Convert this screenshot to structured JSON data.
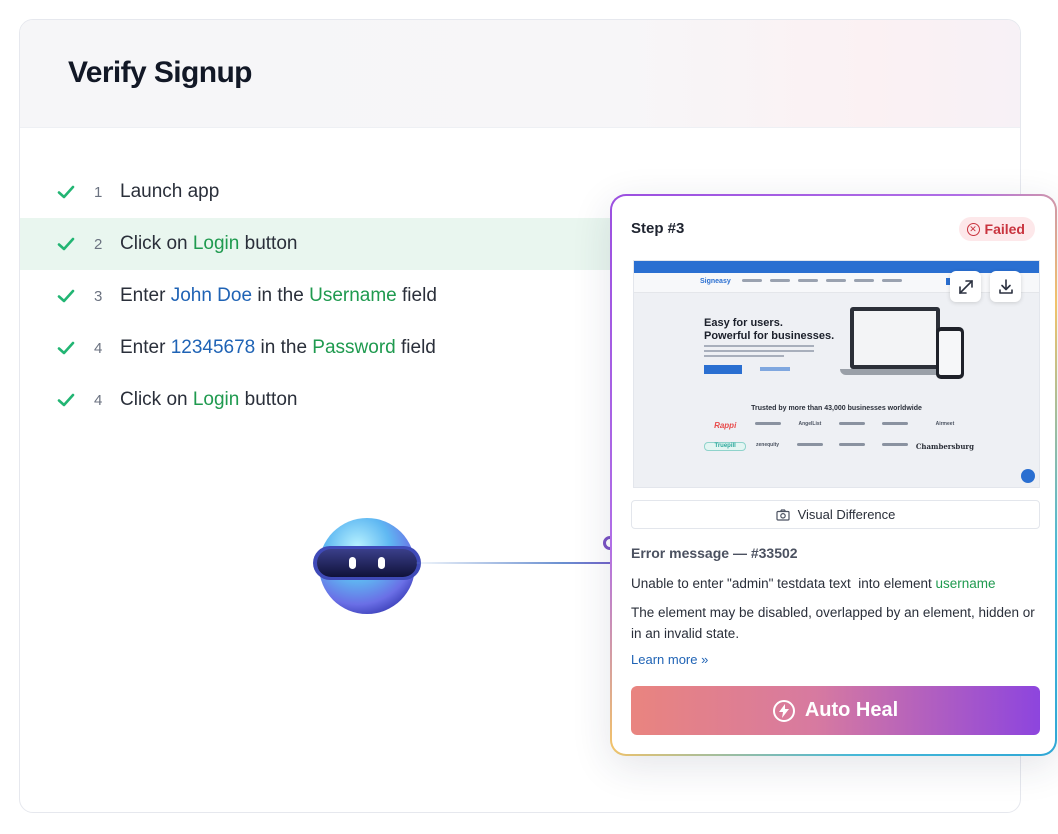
{
  "card": {
    "title": "Verify Signup"
  },
  "steps": [
    {
      "num": "1",
      "parts": [
        {
          "text": "Launch app",
          "kind": "plain"
        }
      ]
    },
    {
      "num": "2",
      "parts": [
        {
          "text": "Click on ",
          "kind": "plain"
        },
        {
          "text": "Login",
          "kind": "green"
        },
        {
          "text": " button",
          "kind": "plain"
        }
      ]
    },
    {
      "num": "3",
      "parts": [
        {
          "text": "Enter ",
          "kind": "plain"
        },
        {
          "text": "John Doe",
          "kind": "blue"
        },
        {
          "text": " in the ",
          "kind": "plain"
        },
        {
          "text": "Username",
          "kind": "green"
        },
        {
          "text": " field",
          "kind": "plain"
        }
      ]
    },
    {
      "num": "4",
      "parts": [
        {
          "text": "Enter ",
          "kind": "plain"
        },
        {
          "text": "12345678",
          "kind": "blue"
        },
        {
          "text": " in the ",
          "kind": "plain"
        },
        {
          "text": "Password",
          "kind": "green"
        },
        {
          "text": " field",
          "kind": "plain"
        }
      ]
    },
    {
      "num": "4",
      "parts": [
        {
          "text": "Click on ",
          "kind": "plain"
        },
        {
          "text": "Login",
          "kind": "green"
        },
        {
          "text": " button",
          "kind": "plain"
        }
      ]
    }
  ],
  "active_step_index": 1,
  "popup": {
    "step_label": "Step #3",
    "status": "Failed",
    "screenshot": {
      "logo": "Signeasy",
      "headline_1": "Easy for users.",
      "headline_2": "Powerful for businesses.",
      "trusted": "Trusted by more than 43,000 businesses worldwide",
      "logos": [
        "Rappi",
        "",
        "AngelList",
        "",
        "",
        "Airmeet",
        "Truepill",
        "zenequity",
        "",
        "",
        "",
        "Chambersburg"
      ]
    },
    "visual_difference": "Visual Difference",
    "error_title": "Error message — #33502",
    "error_line1_prefix": "Unable to enter \"admin\" testdata text  into element ",
    "error_line1_element": "username",
    "error_line2": "The element may be disabled, overlapped by an element, hidden or in an invalid state.",
    "learn_more": "Learn more »",
    "auto_heal": "Auto Heal"
  },
  "icons": {
    "check": "check-icon",
    "failed": "x-circle-icon",
    "expand": "expand-icon",
    "download": "download-icon",
    "camera": "camera-icon",
    "bolt": "bolt-icon",
    "robot": "robot-icon"
  },
  "colors": {
    "check_green": "#22b573",
    "highlight_green": "#1f9a4f",
    "highlight_blue": "#1f63b5",
    "failed_red": "#c9343f",
    "active_row": "#e9f6ef"
  }
}
